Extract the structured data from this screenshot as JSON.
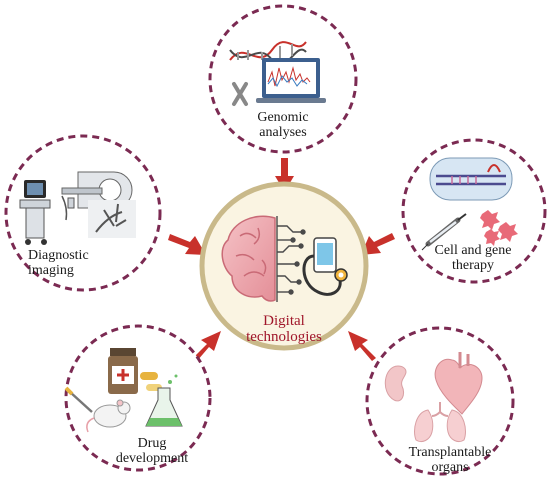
{
  "center": {
    "line1": "Digital",
    "line2": "technologies"
  },
  "nodes": {
    "genomic": {
      "line1": "Genomic",
      "line2": "analyses"
    },
    "cell_gene": {
      "line1": "Cell and gene",
      "line2": "therapy"
    },
    "diagnostic": {
      "line1": "Diagnostic",
      "line2": "imaging"
    },
    "drug": {
      "line1": "Drug",
      "line2": "development"
    },
    "organs": {
      "line1": "Transplantable",
      "line2": "organs"
    }
  },
  "colors": {
    "dashed_ring": "#7b2a52",
    "center_ring": "#c9b98a",
    "center_fill": "#faf4e2",
    "arrow": "#c8312b",
    "center_text": "#a0162a"
  }
}
